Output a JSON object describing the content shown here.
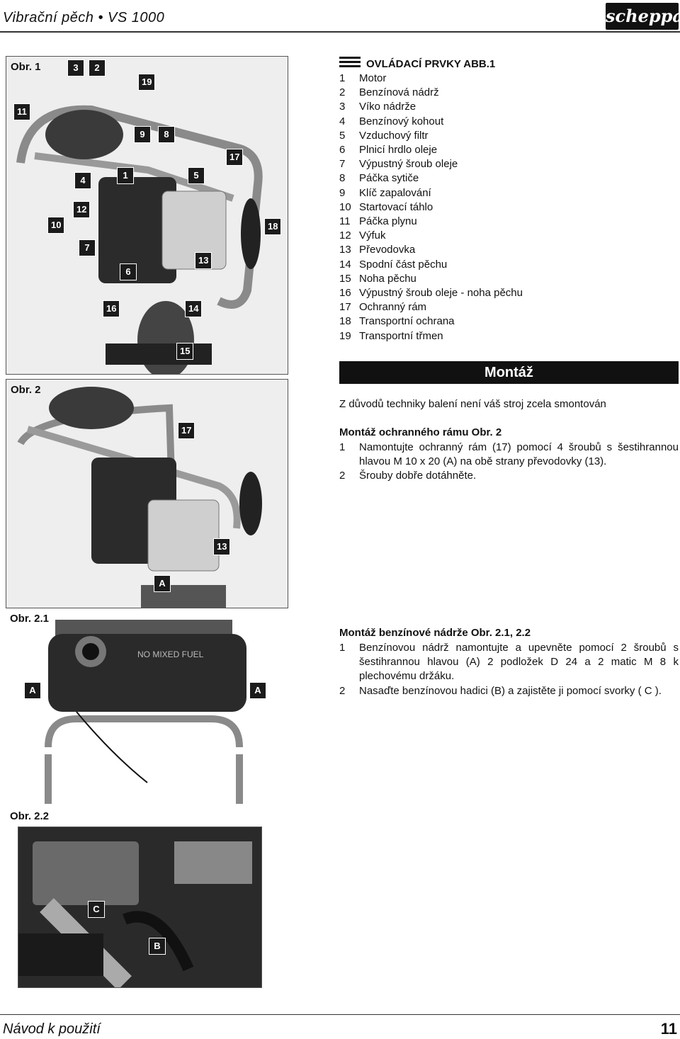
{
  "header": {
    "title": "Vibrační pěch  •  VS 1000",
    "logo": "scheppach"
  },
  "footer": {
    "title": "Návod k použití",
    "page": "11"
  },
  "figures": {
    "fig1": {
      "label": "Obr. 1",
      "callouts": [
        "3",
        "2",
        "19",
        "11",
        "9",
        "8",
        "17",
        "4",
        "1",
        "5",
        "10",
        "12",
        "18",
        "7",
        "6",
        "13",
        "16",
        "14",
        "15"
      ]
    },
    "fig2": {
      "label": "Obr. 2",
      "callouts": [
        "17",
        "13",
        "A"
      ]
    },
    "fig21": {
      "label": "Obr. 2.1",
      "callouts": [
        "A",
        "A"
      ],
      "tank_text": "NO MIXED FUEL"
    },
    "fig22": {
      "label": "Obr. 2.2",
      "callouts": [
        "C",
        "B"
      ]
    }
  },
  "controls": {
    "heading": "OVLÁDACÍ PRVKY ABB.1",
    "items": [
      {
        "n": "1",
        "t": "Motor"
      },
      {
        "n": "2",
        "t": "Benzínová nádrž"
      },
      {
        "n": "3",
        "t": "Víko nádrže"
      },
      {
        "n": "4",
        "t": "Benzínový kohout"
      },
      {
        "n": "5",
        "t": "Vzduchový filtr"
      },
      {
        "n": "6",
        "t": "Plnicí hrdlo oleje"
      },
      {
        "n": "7",
        "t": "Výpustný šroub oleje"
      },
      {
        "n": "8",
        "t": "Páčka sytiče"
      },
      {
        "n": "9",
        "t": "Klíč zapalování"
      },
      {
        "n": "10",
        "t": "Startovací táhlo"
      },
      {
        "n": "11",
        "t": "Páčka plynu"
      },
      {
        "n": "12",
        "t": "Výfuk"
      },
      {
        "n": "13",
        "t": "Převodovka"
      },
      {
        "n": "14",
        "t": "Spodní část pěchu"
      },
      {
        "n": "15",
        "t": "Noha pěchu"
      },
      {
        "n": "16",
        "t": "Výpustný šroub oleje - noha pěchu"
      },
      {
        "n": "17",
        "t": "Ochranný rám"
      },
      {
        "n": "18",
        "t": "Transportní ochrana"
      },
      {
        "n": "19",
        "t": "Transportní třmen"
      }
    ]
  },
  "assembly": {
    "band": "Montáž",
    "intro": "Z důvodů techniky balení není váš stroj zcela smontován",
    "frame": {
      "title": "Montáž ochranného rámu Obr. 2",
      "steps": [
        {
          "n": "1",
          "t": "Namontujte ochranný rám (17) pomocí 4 šroubů s šestihrannou hlavou M 10 x 20 (A) na obě strany převodovky (13)."
        },
        {
          "n": "2",
          "t": "Šrouby dobře dotáhněte."
        }
      ]
    },
    "tank": {
      "title": "Montáž benzínové nádrže Obr. 2.1, 2.2",
      "steps": [
        {
          "n": "1",
          "t": "Benzínovou nádrž namontujte a upevněte pomocí 2 šroubů s šestihrannou hlavou (A) 2 podložek D 24 a 2 matic M 8 k plechovému držáku."
        },
        {
          "n": "2",
          "t": "Nasaďte benzínovou hadici (B) a zajistěte ji pomocí svorky ( C )."
        }
      ]
    }
  }
}
